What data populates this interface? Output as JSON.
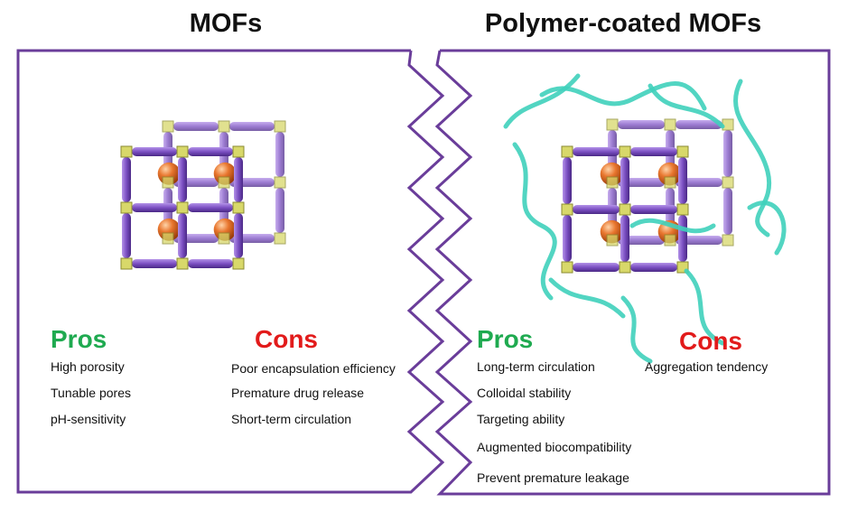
{
  "left_panel": {
    "title": "MOFs",
    "pros": {
      "heading": "Pros",
      "items": [
        "High porosity",
        "Tunable pores",
        "pH-sensitivity"
      ]
    },
    "cons": {
      "heading": "Cons",
      "items": [
        "Poor encapsulation efficiency",
        "Premature drug release",
        "Short-term circulation"
      ]
    }
  },
  "right_panel": {
    "title": "Polymer-coated MOFs",
    "pros": {
      "heading": "Pros",
      "items": [
        "Long-term circulation",
        "Colloidal stability",
        "Targeting ability",
        "Augmented biocompatibility",
        "Prevent premature leakage"
      ]
    },
    "cons": {
      "heading": "Cons",
      "items": [
        "Aggregation tendency"
      ]
    }
  },
  "colors": {
    "frame": "#6a3d9a",
    "rod": "#7b4fc2",
    "node": "#d8d86a",
    "sphere": "#e0702a",
    "polymer": "#3fd0bb",
    "pros": "#1faa50",
    "cons": "#e21b1b"
  }
}
